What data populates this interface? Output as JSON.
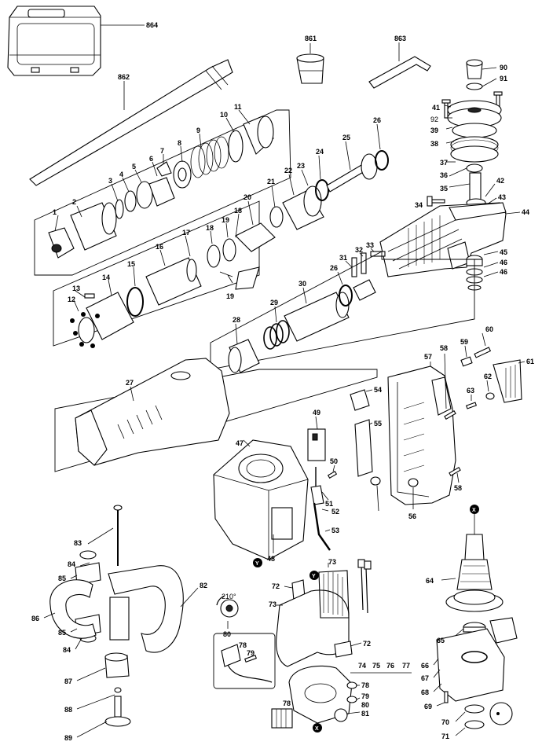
{
  "parts": {
    "p1": "1",
    "p2": "2",
    "p3": "3",
    "p4": "4",
    "p5": "5",
    "p6": "6",
    "p7": "7",
    "p8": "8",
    "p9": "9",
    "p10": "10",
    "p11": "11",
    "p12": "12",
    "p13": "13",
    "p14": "14",
    "p15": "15",
    "p16": "16",
    "p17": "17",
    "p18a": "18",
    "p18b": "18",
    "p19a": "19",
    "p19b": "19",
    "p20": "20",
    "p21": "21",
    "p22": "22",
    "p23": "23",
    "p24": "24",
    "p25": "25",
    "p26a": "26",
    "p26b": "26",
    "p27": "27",
    "p28": "28",
    "p29": "29",
    "p30": "30",
    "p31": "31",
    "p32": "32",
    "p33": "33",
    "p34": "34",
    "p35": "35",
    "p36": "36",
    "p37": "37",
    "p38": "38",
    "p39": "39",
    "p41": "41",
    "p42": "42",
    "p43": "43",
    "p44": "44",
    "p45": "45",
    "p46a": "46",
    "p46b": "46",
    "p47": "47",
    "p48": "48",
    "p49": "49",
    "p50": "50",
    "p51": "51",
    "p52": "52",
    "p53": "53",
    "p54": "54",
    "p55": "55",
    "p56": "56",
    "p57": "57",
    "p58a": "58",
    "p58b": "58",
    "p59": "59",
    "p60": "60",
    "p61": "61",
    "p62": "62",
    "p63": "63",
    "p64": "64",
    "p65": "65",
    "p66": "66",
    "p67": "67",
    "p68": "68",
    "p69": "69",
    "p70": "70",
    "p71": "71",
    "p72a": "72",
    "p72b": "72",
    "p73a": "73",
    "p73b": "73",
    "p74": "74",
    "p75": "75",
    "p76": "76",
    "p77": "77",
    "p78a": "78",
    "p78b": "78",
    "p78c": "78",
    "p79a": "79",
    "p79b": "79",
    "p80a": "80",
    "p80b": "80",
    "p81": "81",
    "p82": "82",
    "p83": "83",
    "p84a": "84",
    "p84b": "84",
    "p85a": "85",
    "p85b": "85",
    "p86": "86",
    "p87": "87",
    "p88": "88",
    "p89": "89",
    "p90": "90",
    "p91": "91",
    "p92": "92",
    "p861": "861",
    "p862": "862",
    "p863": "863",
    "p864": "864"
  },
  "markers": {
    "x": "X",
    "y": "Y"
  },
  "angle": "210°"
}
